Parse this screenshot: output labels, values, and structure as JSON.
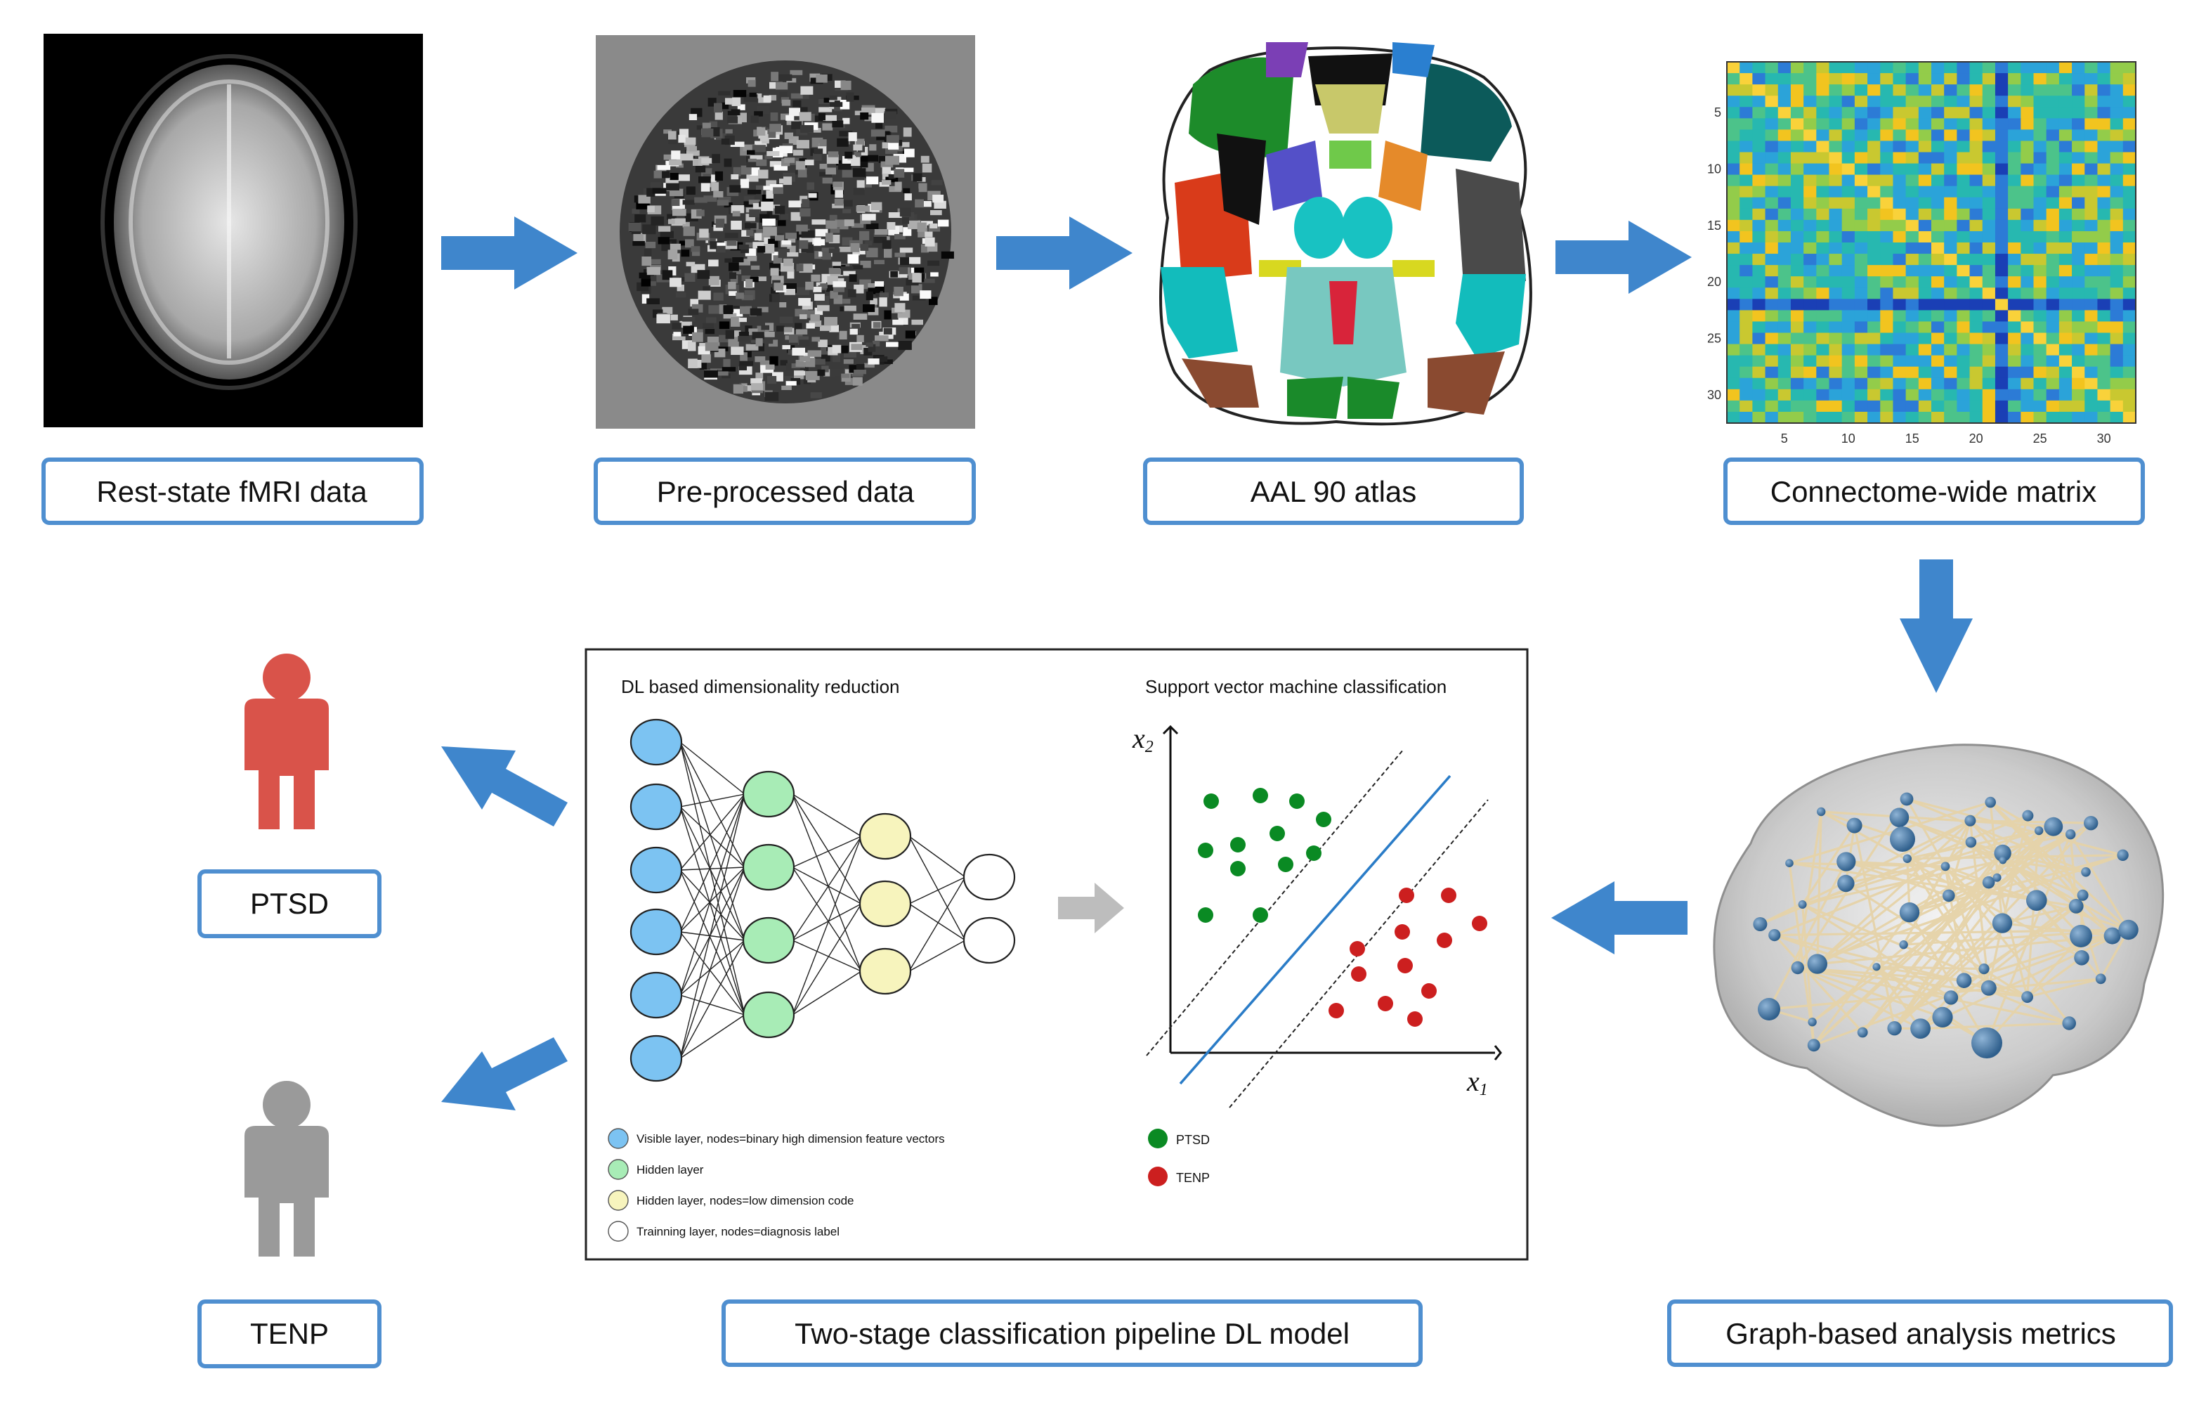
{
  "labels": {
    "fmri": "Rest-state fMRI data",
    "preprocessed": "Pre-processed data",
    "atlas": "AAL 90 atlas",
    "matrix": "Connectome-wide matrix",
    "graph": "Graph-based analysis metrics",
    "pipeline": "Two-stage classification pipeline DL model",
    "ptsd": "PTSD",
    "tenp": "TENP"
  },
  "panel": {
    "dl_title": "DL based dimensionality reduction",
    "svm_title": "Support vector machine classification",
    "x1_label": "x",
    "x1_sub": "1",
    "x2_label": "x",
    "x2_sub": "2",
    "svm_legend": [
      "PTSD",
      "TENP"
    ],
    "nn_legend": [
      "Visible layer, nodes=binary high dimension feature vectors",
      "Hidden layer",
      "Hidden layer, nodes=low dimension code",
      "Trainning layer, nodes=diagnosis label"
    ],
    "nn_layer_sizes": [
      6,
      4,
      3,
      2
    ]
  },
  "matrix": {
    "y_ticks": [
      "5",
      "10",
      "15",
      "20",
      "25",
      "30"
    ],
    "x_ticks": [
      "5",
      "10",
      "15",
      "20",
      "25",
      "30"
    ]
  },
  "colors": {
    "arrow": "#3f86cc",
    "box_border": "#4f8fd0",
    "ptsd_person": "#d9534a",
    "tenp_person": "#9a9a9a",
    "ptsd_points": "#0a8a23",
    "tenp_points": "#cc1f1f",
    "layer_visible": "#7cc3f2",
    "layer_hidden": "#a8ecb6",
    "layer_code": "#f7f4bd",
    "layer_train": "#ffffff"
  }
}
